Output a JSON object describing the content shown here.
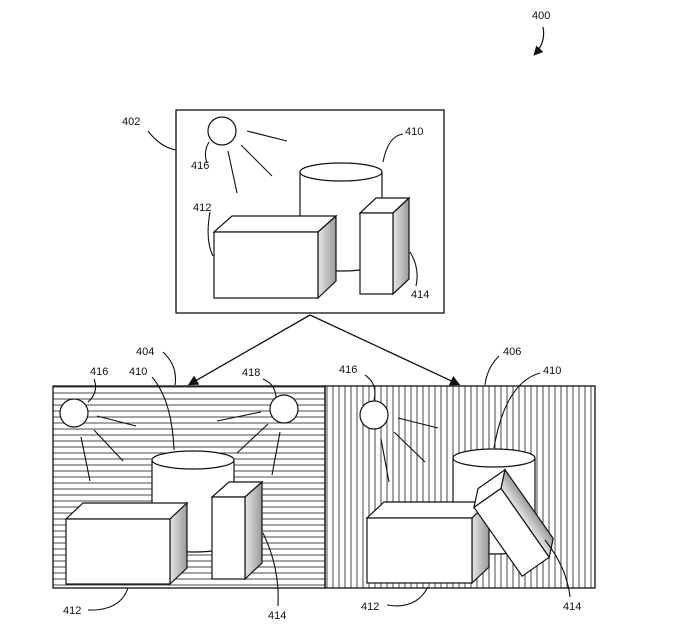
{
  "figure_number": "400",
  "scenes": {
    "top": {
      "ref": "402",
      "sun": "416",
      "cylinder": "410",
      "box": "412",
      "block": "414"
    },
    "bottom_left": {
      "ref": "404",
      "sun_left": "416",
      "sun_right": "418",
      "cylinder": "410",
      "box": "412",
      "block": "414"
    },
    "bottom_right": {
      "ref": "406",
      "sun": "416",
      "cylinder": "410",
      "box": "412",
      "block": "414"
    }
  },
  "colors": {
    "line": "#111111",
    "shade": "#c9c9c9",
    "background": "#ffffff"
  }
}
